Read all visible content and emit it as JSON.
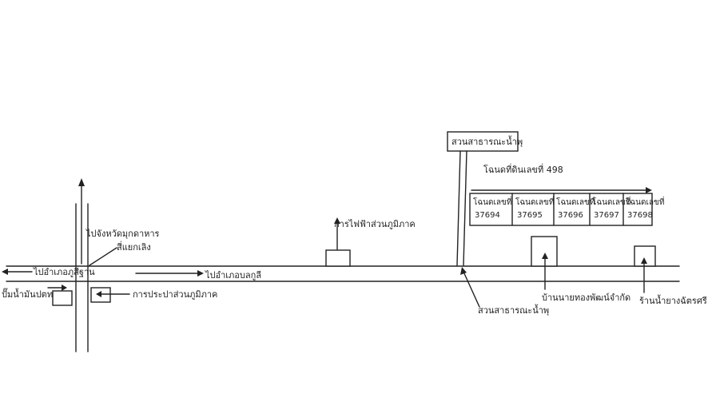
{
  "labels": {
    "left_arrow_label": "ไปอำเภอภูสีฐาน",
    "intersection_top": "ไปจังหวัดมุกดาหาร",
    "traffic_light": "สี่แยกเลิง",
    "road_right_label": "ไปอำเภอบลกูลี",
    "gas_station": "ปั๊มน้ำมันปตท",
    "water_authority": "การประปาส่วนภูมิภาค",
    "electricity_office": "การไฟฟ้าส่วนภูมิภาค",
    "park_sign": "สวนสาธารณะน้ำพุ",
    "park_bottom": "สวนสาธารณะน้ำพุ",
    "land_total": "โฉนดที่ดินเลขที่ 498",
    "parcels": [
      {
        "title": "โฉนดเลขที่",
        "number": "37694"
      },
      {
        "title": "โฉนดเลขที่",
        "number": "37695"
      },
      {
        "title": "โฉนดเลขที่",
        "number": "37696"
      },
      {
        "title": "โฉนดเลขที่",
        "number": "37697"
      },
      {
        "title": "โฉนดเลขที่",
        "number": "37698"
      }
    ],
    "house_1": "บ้านนายทองพัฒน์จำกัด",
    "house_2": "ร้านน้ำยางฉัตรศรี"
  }
}
